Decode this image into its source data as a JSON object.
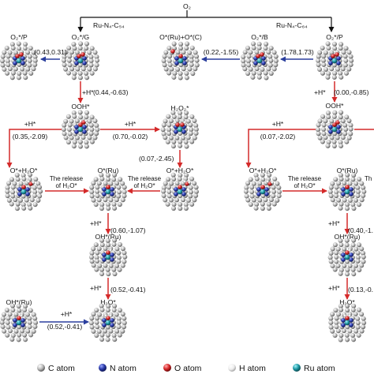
{
  "top": {
    "molecule": "O₂"
  },
  "branches": {
    "left": "Ru-N₄-C₅₄",
    "right": "Ru-N₄-C₆₄"
  },
  "nodes": {
    "left_top": "O₂*/G",
    "left_p": "O₂*/P",
    "ooh_left": "OOH*",
    "h2o2": "H₂O₂*",
    "o_h2o_mid": "O*+H₂O*",
    "o_ru_left": "O*(Ru)",
    "o_h2o_left": "O*+H₂O*",
    "oh_ru_left": "OH*(Ru)",
    "h2o_left": "H₂O*",
    "oh_ru_bottom": "OH*(Ru)",
    "o_ru_c": "O*(Ru)+O*(C)",
    "o2_b": "O₂*/B",
    "o2_p_right": "O₂*/P",
    "ooh_right": "OOH*",
    "o_h2o_right": "O*+H₂O*",
    "o_ru_right": "O*(Ru)",
    "oh_ru_right": "OH*(Ru)",
    "h2o_right": "H₂O*"
  },
  "edges": {
    "h_star": "+H*",
    "release": "The release",
    "of_h2o": "of H₂O*",
    "v_0431": "(0.43,0.31)",
    "v_044": "(0.44,-0.63)",
    "v_035": "(0.35,-2.09)",
    "v_070": "(0.70,-0.02)",
    "v_007_l": "(0.07,-2.45)",
    "v_060": "(0.60,-1.07)",
    "v_052": "(0.52,-0.41)",
    "v_052b": "(0.52,-0.41)",
    "v_022": "(0.22,-1.55)",
    "v_178": "(1.78,1.73)",
    "v_000": "(0.00,-0.85)",
    "v_007_r": "(0.07,-2.02)",
    "v_040": "(0.40,-1.",
    "v_013": "(0.13,-0."
  },
  "legend": [
    {
      "label": "C atom",
      "color": "#c4c4c4"
    },
    {
      "label": "N atom",
      "color": "#2a3aa8"
    },
    {
      "label": "O atom",
      "color": "#d8282a"
    },
    {
      "label": "H atom",
      "color": "#ececec"
    },
    {
      "label": "Ru atom",
      "color": "#1f9aa6"
    }
  ],
  "colors": {
    "arrow_red": "#d42a2a",
    "arrow_blue": "#2b3f9e",
    "line_black": "#111111"
  }
}
